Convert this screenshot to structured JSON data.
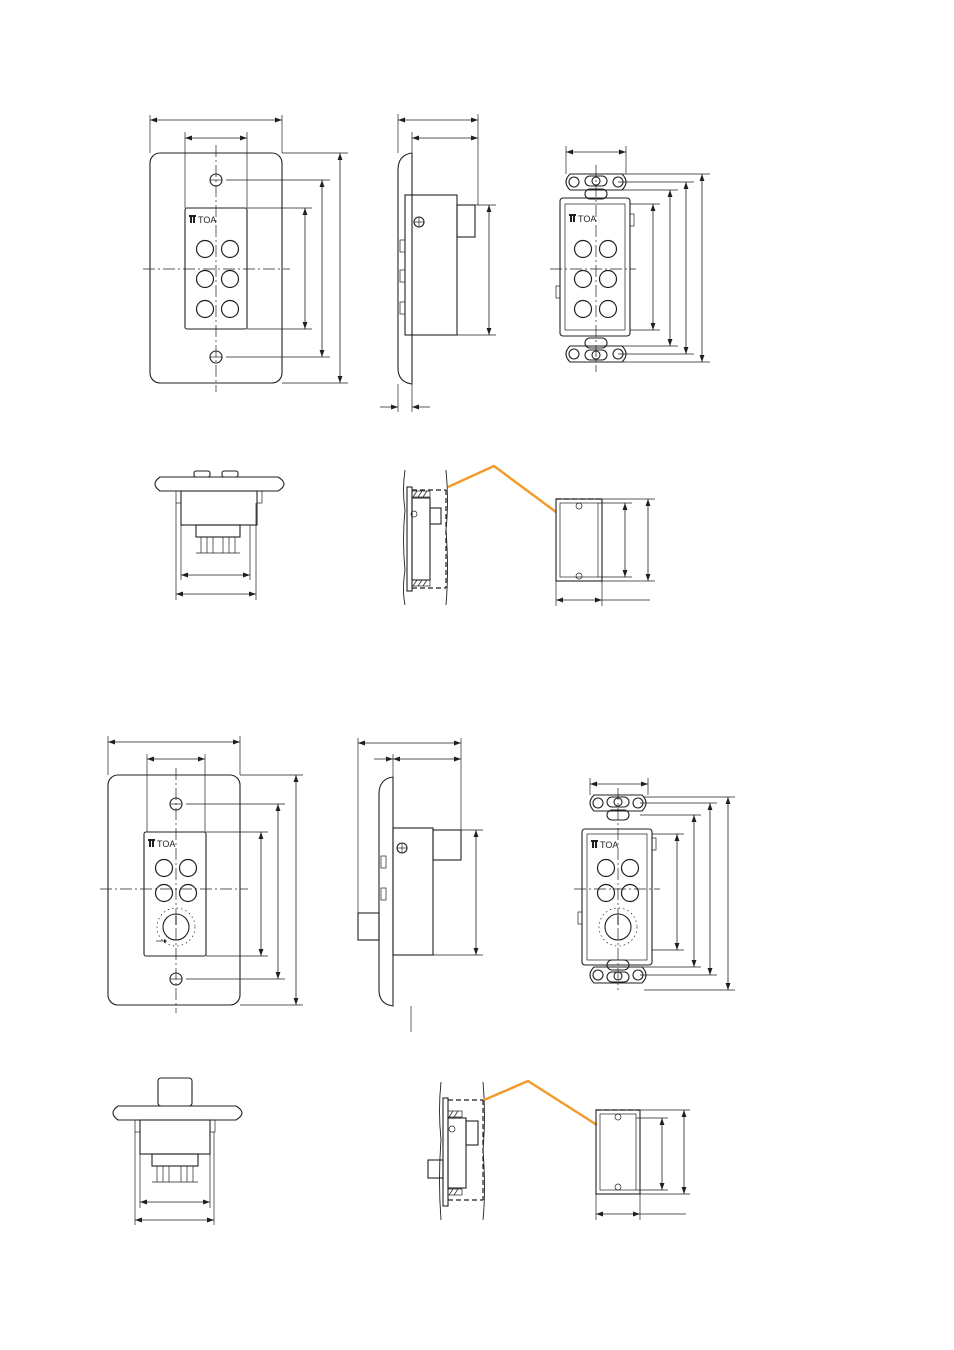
{
  "panel_a": {
    "logo_text": "TOA",
    "button_count": 6
  },
  "panel_b": {
    "logo_text": "TOA",
    "button_count": 4,
    "has_volume_knob": true
  },
  "colors": {
    "line": "#231f20",
    "leader": "#f39a2c",
    "background": "#ffffff"
  }
}
